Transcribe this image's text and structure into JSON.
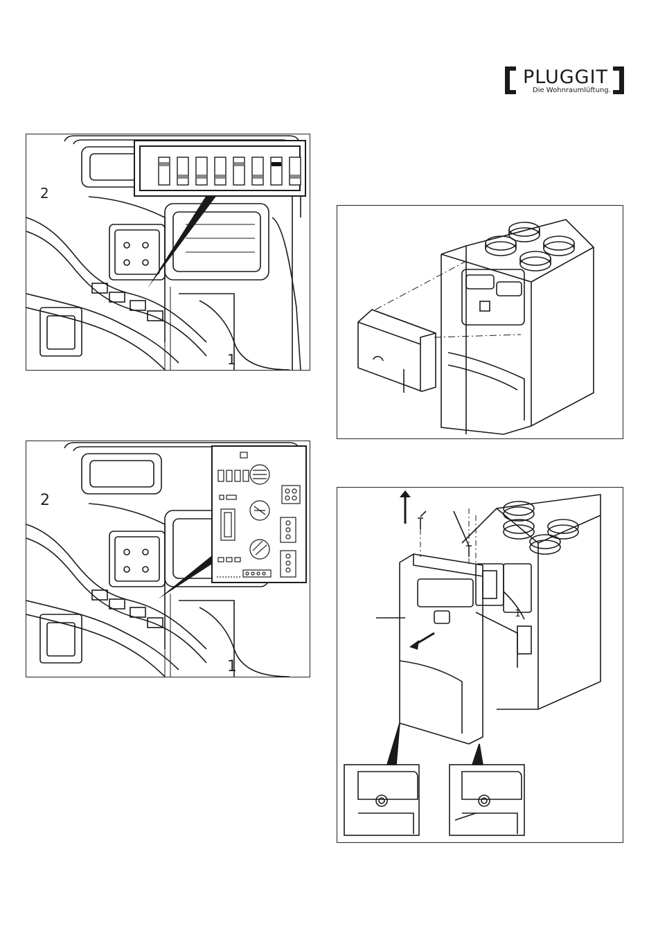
{
  "brand": {
    "name": "PLUGGIT",
    "tagline": "Die Wohnraumlüftung."
  },
  "figure_top_left": {
    "labels": [
      "2",
      "1"
    ],
    "dip_switch_count": 8
  },
  "figure_bottom_left": {
    "labels": [
      "2",
      "1"
    ]
  },
  "figure_bottom_right": {
    "labels": [
      "1"
    ]
  },
  "colors": {
    "line": "#1a1a1a",
    "gray": "#8a8a8a",
    "panel": "#f4f4f4"
  }
}
